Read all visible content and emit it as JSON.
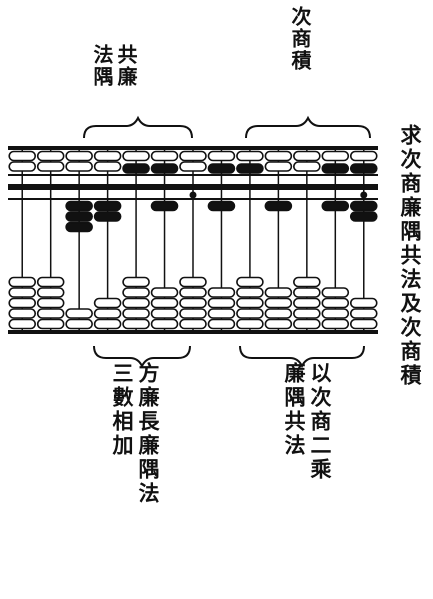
{
  "top_labels": {
    "gonglian_line1": "共廉",
    "gonglian_line2": "法隅",
    "cishang_ji": "次商積"
  },
  "side_title": "求次商廉隅共法及次商積",
  "bottom_labels": {
    "left_col1": "方廉長廉隅法",
    "left_col2": "三數相加",
    "right_col1": "以次商二乘",
    "right_col2": "廉隅共法"
  },
  "abacus": {
    "rods": 13,
    "upper_beads_per_rod": 2,
    "lower_beads_per_rod": 5,
    "upper_active": [
      0,
      0,
      0,
      0,
      1,
      1,
      0,
      1,
      1,
      0,
      0,
      1,
      1
    ],
    "lower_active": [
      0,
      0,
      3,
      2,
      0,
      1,
      0,
      1,
      0,
      1,
      0,
      1,
      2
    ],
    "unit_markers_on_rods": [
      6,
      12
    ],
    "colors": {
      "frame": "#111111",
      "bead_fill": "#ffffff",
      "active_bead": "#111111"
    }
  }
}
